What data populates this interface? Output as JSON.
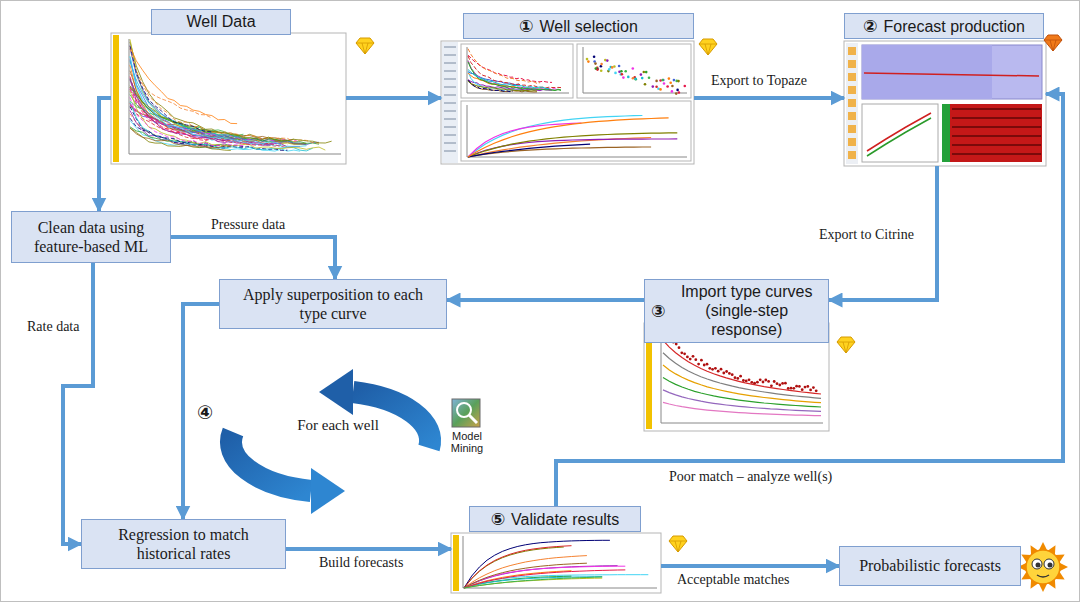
{
  "diagram": {
    "nodes": [
      {
        "text": [
          "Well Data"
        ]
      },
      {
        "text": [
          "①",
          "Well selection"
        ]
      },
      {
        "text": [
          "②",
          "Forecast production"
        ]
      },
      {
        "text": [
          "Clean data using feature-based ML"
        ]
      },
      {
        "text": [
          "Apply superposition to each type curve"
        ]
      },
      {
        "text": [
          "③",
          "Import type curves (single-step response)"
        ]
      },
      {
        "text": [
          "Regression to match historical rates"
        ]
      },
      {
        "text": [
          "⑤",
          "Validate results"
        ]
      },
      {
        "text": [
          "Probabilistic forecasts"
        ]
      }
    ],
    "edges": [
      {
        "from": 0,
        "to": 1,
        "arrow": "to"
      },
      {
        "from": 1,
        "to": 2,
        "label": "Export to Topaze",
        "arrow": "to"
      },
      {
        "from": 2,
        "to": 5,
        "label": "Export to Citrine",
        "arrow": "to"
      },
      {
        "from": 0,
        "to": 3,
        "arrow": "to"
      },
      {
        "from": 3,
        "to": 4,
        "label": "Pressure data",
        "arrow": "to"
      },
      {
        "from": 3,
        "to": 6,
        "label": "Rate data",
        "arrow": "to"
      },
      {
        "from": 5,
        "to": 4,
        "arrow": "to"
      },
      {
        "from": 4,
        "to": 6,
        "arrow": "to"
      },
      {
        "from": 6,
        "to": 7,
        "label": "Build forecasts",
        "arrow": "to"
      },
      {
        "from": 7,
        "to": 2,
        "label": "Poor match – analyze well(s)",
        "arrow": "to"
      },
      {
        "from": 7,
        "to": 8,
        "label": "Acceptable matches",
        "arrow": "to"
      }
    ],
    "labels": [
      "④",
      "For each well",
      "Model Mining"
    ]
  }
}
